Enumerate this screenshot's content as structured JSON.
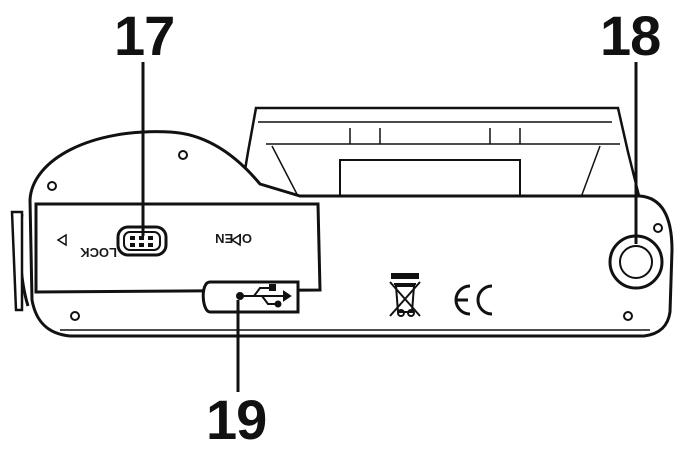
{
  "callouts": {
    "item_17": "17",
    "item_18": "18",
    "item_19": "19"
  },
  "door_text": {
    "lock": "LOCK",
    "open": "OPEN"
  },
  "icons": [
    "usb-icon",
    "recycle-bin-crossed-icon",
    "ce-mark-icon"
  ],
  "colors": {
    "outline": "#111111",
    "body_fill": "#ffffff"
  }
}
